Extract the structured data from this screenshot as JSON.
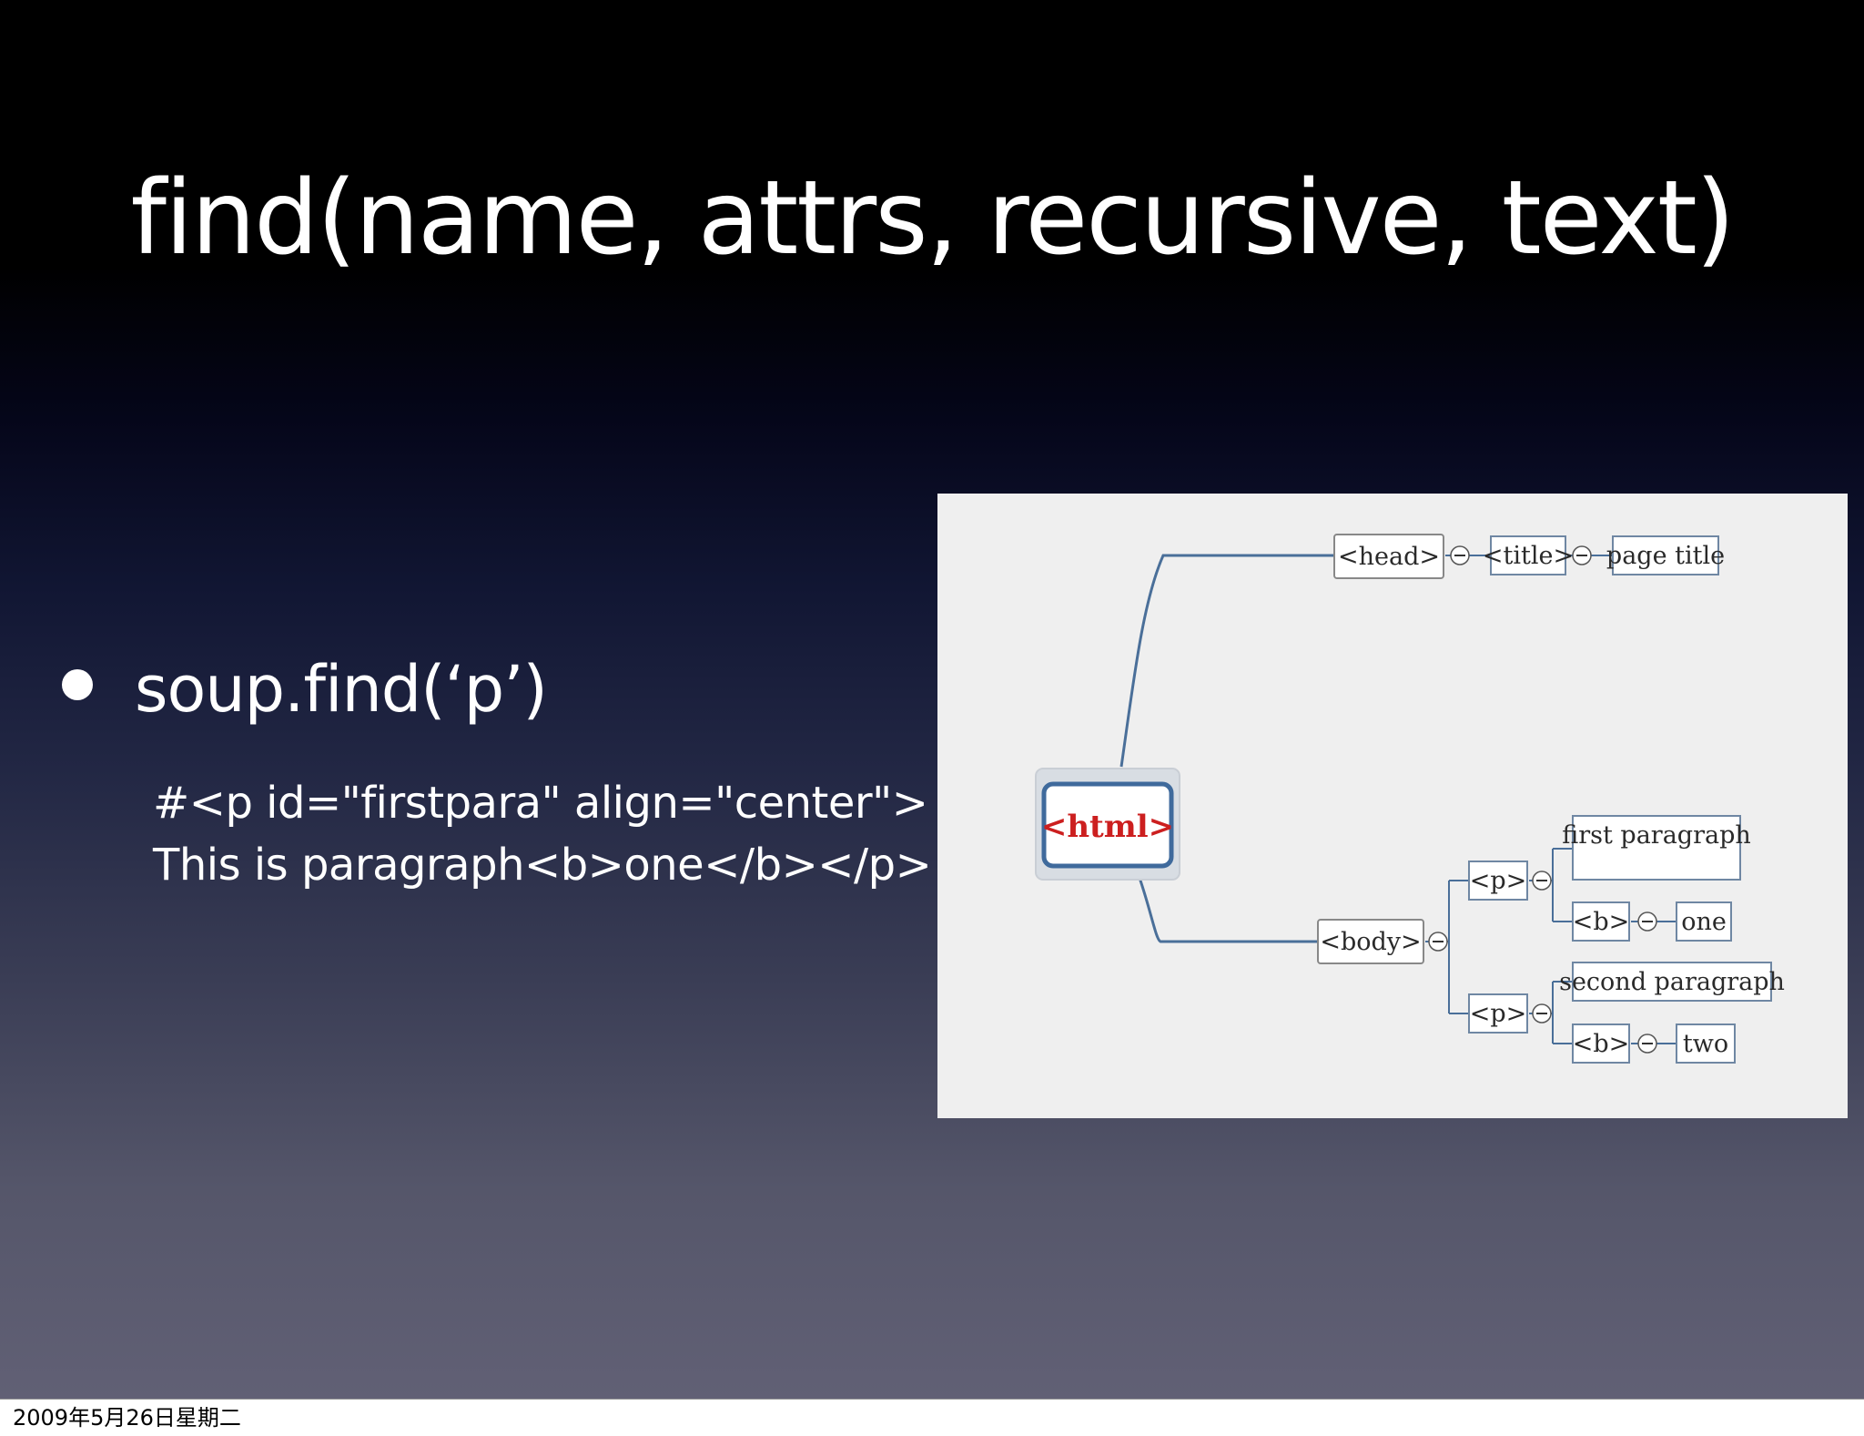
{
  "slide": {
    "title": "find(name, attrs, recursive, text)",
    "bullet": "soup.find(‘p’)",
    "code_lines": [
      "#<p id=\"firstpara\" align=\"center\">",
      "This is paragraph<b>one</b></p>"
    ]
  },
  "diagram": {
    "root": "<html>",
    "head": "<head>",
    "title_tag": "<title>",
    "page_title": "page title",
    "body": "<body>",
    "p1": "<p>",
    "p1_text": "first paragraph",
    "p1_b": "<b>",
    "p1_b_text": "one",
    "p2": "<p>",
    "p2_text": "second paragraph",
    "p2_b": "<b>",
    "p2_b_text": "two",
    "colors": {
      "root_text": "#cc1f1f",
      "root_border": "#3f6a9c",
      "connector": "#4a6f99",
      "panel_bg": "#efefef"
    }
  },
  "footer": {
    "date": "2009年5月26日星期二"
  }
}
